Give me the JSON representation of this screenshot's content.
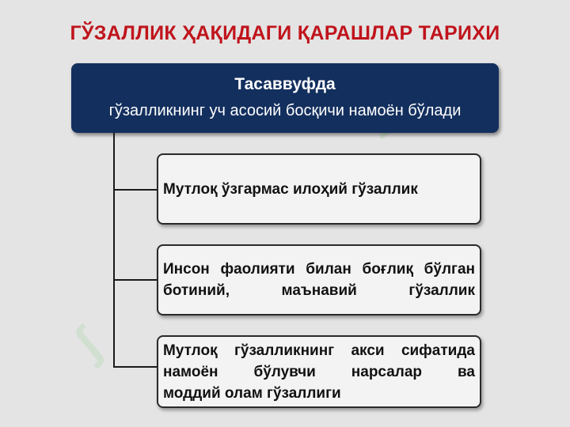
{
  "title": "ГЎЗАЛЛИК ҲАҚИДАГИ ҚАРАШЛАР ТАРИХИ",
  "header": {
    "line1": "Тасаввуфда",
    "line2": "гўзалликнинг уч асосий босқичи намоён бўлади"
  },
  "stages": [
    {
      "lines": [
        "Мутлоқ ўзгармас илоҳий гўзаллик"
      ]
    },
    {
      "lines": [
        "Инсон фаолияти билан боғлиқ бўлган",
        "ботиний, маънавий гўзаллик"
      ]
    },
    {
      "lines": [
        "Мутлоқ гўзалликнинг акси сифатида",
        "намоён бўлувчи нарсалар ва",
        "моддий олам гўзаллиги"
      ]
    }
  ],
  "watermark_glyph": "ʃ",
  "colors": {
    "title": "#c0141c",
    "header_bg": "#132f5e",
    "background": "#e4e4e4",
    "box_bg": "#f3f3f3"
  }
}
